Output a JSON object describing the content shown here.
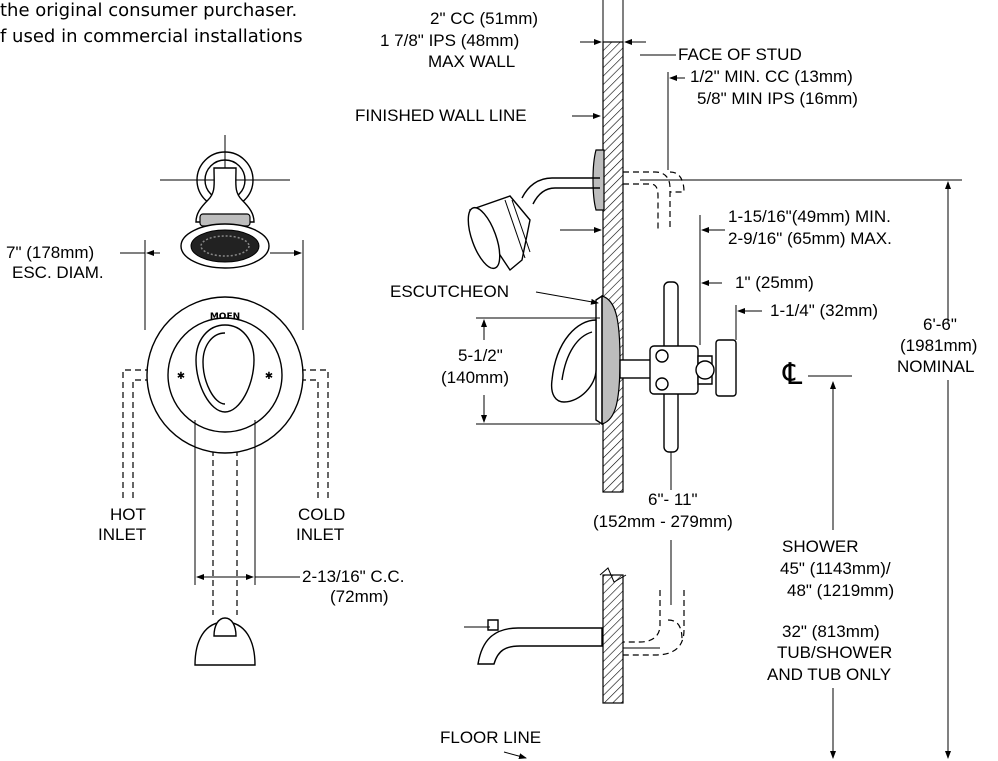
{
  "intro": {
    "line1": "the original consumer purchaser.",
    "line2": "f used in commercial installations"
  },
  "front_view": {
    "esc_diam_1": "7\" (178mm)",
    "esc_diam_2": "ESC. DIAM.",
    "brand": "MOEN",
    "hot_1": "HOT",
    "hot_2": "INLET",
    "cold_1": "COLD",
    "cold_2": "INLET",
    "cc_1": "2-13/16\" C.C.",
    "cc_2": "(72mm)"
  },
  "side_view": {
    "cc_top_1": "2\" CC (51mm)",
    "cc_top_2": "1 7/8\" IPS (48mm)",
    "cc_top_3": "MAX WALL",
    "face_of_stud": "FACE OF STUD",
    "min_cc_1": "1/2\" MIN. CC (13mm)",
    "min_cc_2": "5/8\" MIN IPS (16mm)",
    "finished_wall": "FINISHED WALL LINE",
    "arm_1": "1-15/16\"(49mm) MIN.",
    "arm_2": "2-9/16\" (65mm) MAX.",
    "escutcheon": "ESCUTCHEON",
    "d1": "1\" (25mm)",
    "d2": "1-1/4\" (32mm)",
    "h1_1": "5-1/2\"",
    "h1_2": "(140mm)",
    "centerline": "℄",
    "nominal_1": "6'-6\"",
    "nominal_2": "(1981mm)",
    "nominal_3": "NOMINAL",
    "depth_1": "6\"- 11\"",
    "depth_2": "(152mm - 279mm)",
    "shower_1": "SHOWER",
    "shower_2": "45\" (1143mm)/",
    "shower_3": "48\" (1219mm)",
    "tub_1": "32\" (813mm)",
    "tub_2": "TUB/SHOWER",
    "tub_3": "AND TUB ONLY",
    "floor": "FLOOR LINE"
  }
}
